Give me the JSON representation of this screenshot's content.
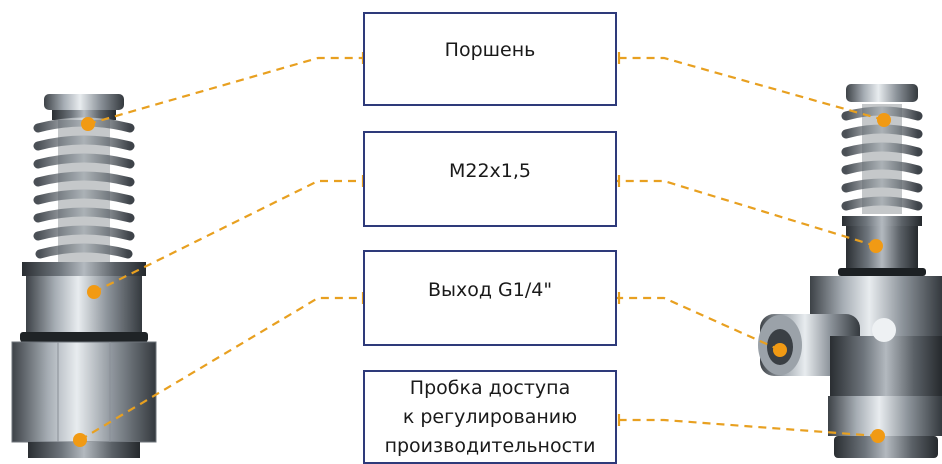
{
  "labels": {
    "piston": "Поршень",
    "thread": "M22x1,5",
    "outlet": "Выход G1/4\"",
    "plug": "Пробка доступа\nк регулированию\nпроизводительности"
  },
  "colors": {
    "box_border": "#2e3a7a",
    "leader": "#e8a020",
    "dot": "#f19a14",
    "metal_dark": "#4a4f55",
    "metal_light": "#c9ced3"
  },
  "icons": {
    "left_part": "straight-pressure-valve-image",
    "right_part": "angled-pressure-valve-image"
  }
}
